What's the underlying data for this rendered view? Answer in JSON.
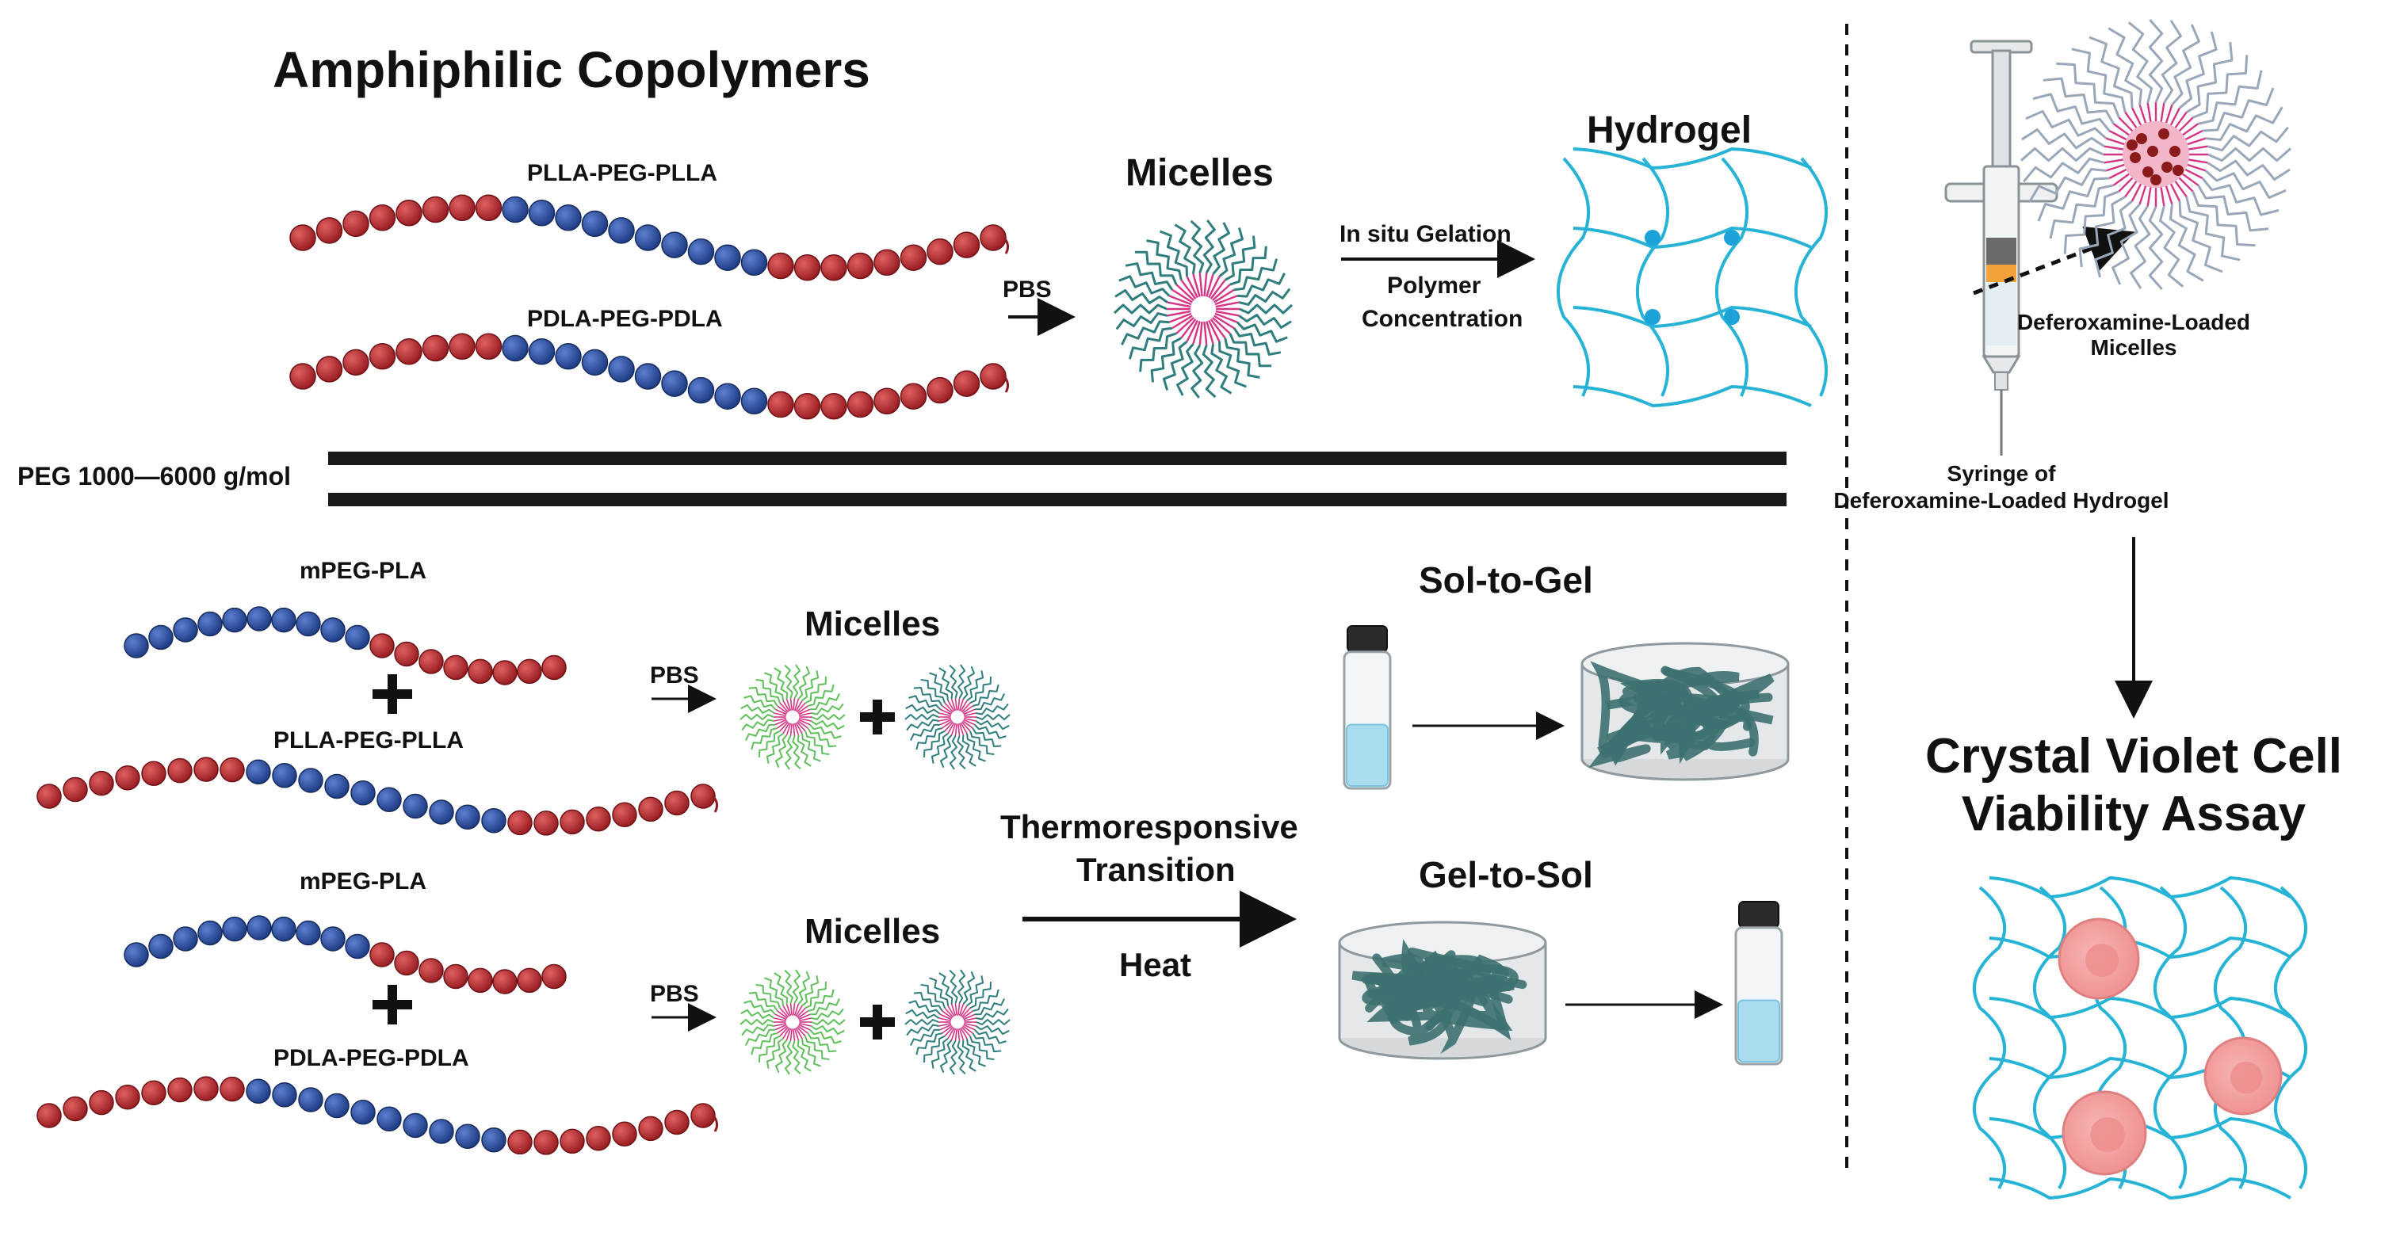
{
  "title": "Amphiphilic Copolymers",
  "top": {
    "chain1_label": "PLLA-PEG-PLLA",
    "chain2_label": "PDLA-PEG-PDLA",
    "pbs": "PBS",
    "micelles": "Micelles",
    "gelation_line1": "In situ Gelation",
    "gelation_line2": "Polymer",
    "gelation_line3": "Concentration",
    "hydrogel": "Hydrogel"
  },
  "divider_label": "PEG 1000—6000 g/mol",
  "bottom": {
    "group1": {
      "chain_a": "mPEG-PLA",
      "chain_b": "PLLA-PEG-PLLA",
      "pbs": "PBS",
      "micelles": "Micelles"
    },
    "group2": {
      "chain_a": "mPEG-PLA",
      "chain_b": "PDLA-PEG-PDLA",
      "pbs": "PBS",
      "micelles": "Micelles"
    },
    "sol_to_gel": "Sol-to-Gel",
    "gel_to_sol": "Gel-to-Sol",
    "thermo_line1": "Thermoresponsive",
    "thermo_line2": "Transition",
    "heat": "Heat"
  },
  "right": {
    "dfo_micelles_line1": "Deferoxamine-Loaded",
    "dfo_micelles_line2": "Micelles",
    "syringe_line1": "Syringe of",
    "syringe_line2": "Deferoxamine-Loaded Hydrogel",
    "assay_line1": "Crystal Violet Cell",
    "assay_line2": "Viability Assay"
  },
  "colors": {
    "pla_bead": "#b3262b",
    "peg_bead": "#2b4fa3",
    "hydrogel_line": "#27b3d6",
    "hydrogel_node": "#1ba3d9",
    "micelle_core": "#d63384",
    "micelle_teal": "#2f7d7d",
    "micelle_green": "#5fbf5a",
    "gel_strand": "#3d7070",
    "vial_liquid": "#a9dcef",
    "cell": "#f3a3a3",
    "dfo_core": "#8b1a1a"
  },
  "icons": [
    "syringe-icon",
    "vial-icon",
    "gel-block-icon",
    "micelle-icon",
    "hydrogel-network-icon",
    "cell-icon",
    "plus-icon"
  ]
}
